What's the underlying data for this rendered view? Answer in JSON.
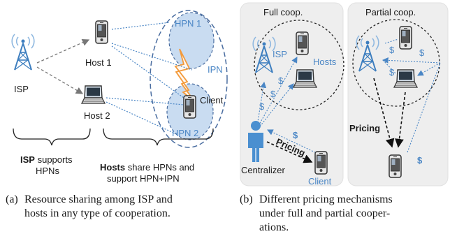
{
  "left": {
    "isp": "ISP",
    "host1": "Host 1",
    "host2": "Host 2",
    "hpn1": "HPN 1",
    "hpn2": "HPN 2",
    "ipn": "IPN",
    "client": "Client",
    "isp_note_bold": "ISP",
    "isp_note_rest": "supports",
    "isp_note_line2": "HPNs",
    "hosts_note_bold": "Hosts",
    "hosts_note_rest": "share HPNs and",
    "hosts_note_line2": "support HPN+IPN"
  },
  "right": {
    "full_title": "Full coop.",
    "partial_title": "Partial coop.",
    "isp": "ISP",
    "hosts": "Hosts",
    "centralizer": "Centralizer",
    "pricing": "Pricing",
    "client": "Client",
    "dollar": "$"
  },
  "captions": {
    "a_tag": "(a)",
    "a_line1": "Resource sharing among ISP and",
    "a_line2": "hosts in any type of cooperation.",
    "b_tag": "(b)",
    "b_line1": "Different pricing mechanisms",
    "b_line2": "under full and partial cooper-",
    "b_line3": "ations."
  },
  "colors": {
    "accent_blue": "#4a86c5",
    "hpn_fill": "#c9dcf1",
    "panel_bg": "#eeeeee",
    "lightning": "#f39a3a"
  }
}
